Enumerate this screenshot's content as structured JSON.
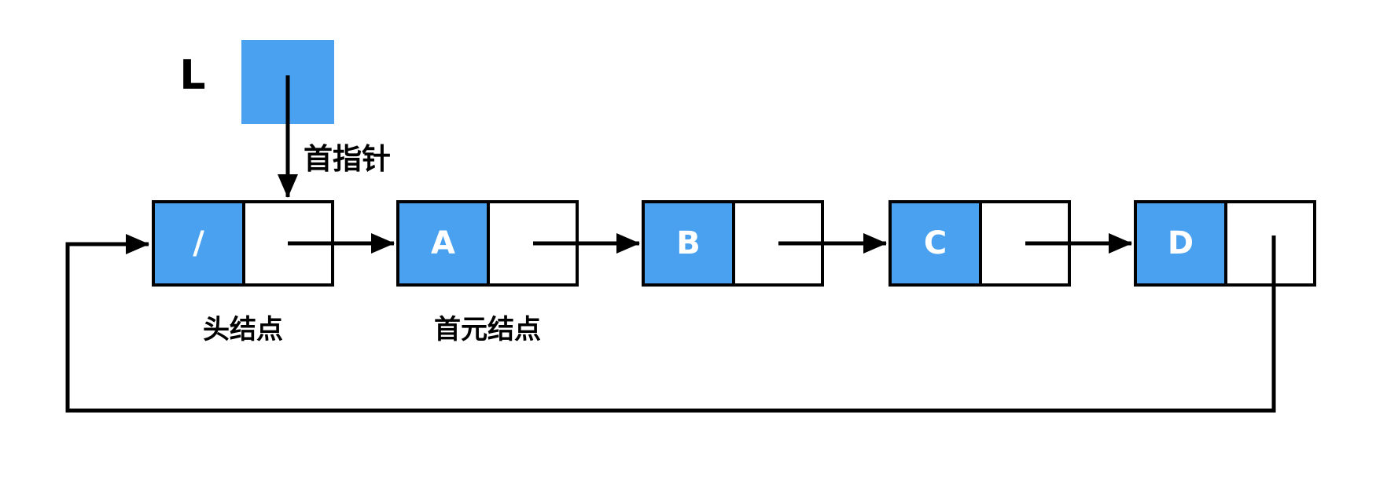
{
  "diagram": {
    "list_name_label": "L",
    "head_pointer_arrow_label": "首指针",
    "nodes": [
      {
        "data": "/",
        "caption": "头结点"
      },
      {
        "data": "A",
        "caption": "首元结点"
      },
      {
        "data": "B",
        "caption": ""
      },
      {
        "data": "C",
        "caption": ""
      },
      {
        "data": "D",
        "caption": ""
      }
    ],
    "colors": {
      "node_fill": "#4aa1ef",
      "node_text": "#ffffff",
      "line": "#000000",
      "background": "#ffffff"
    }
  }
}
